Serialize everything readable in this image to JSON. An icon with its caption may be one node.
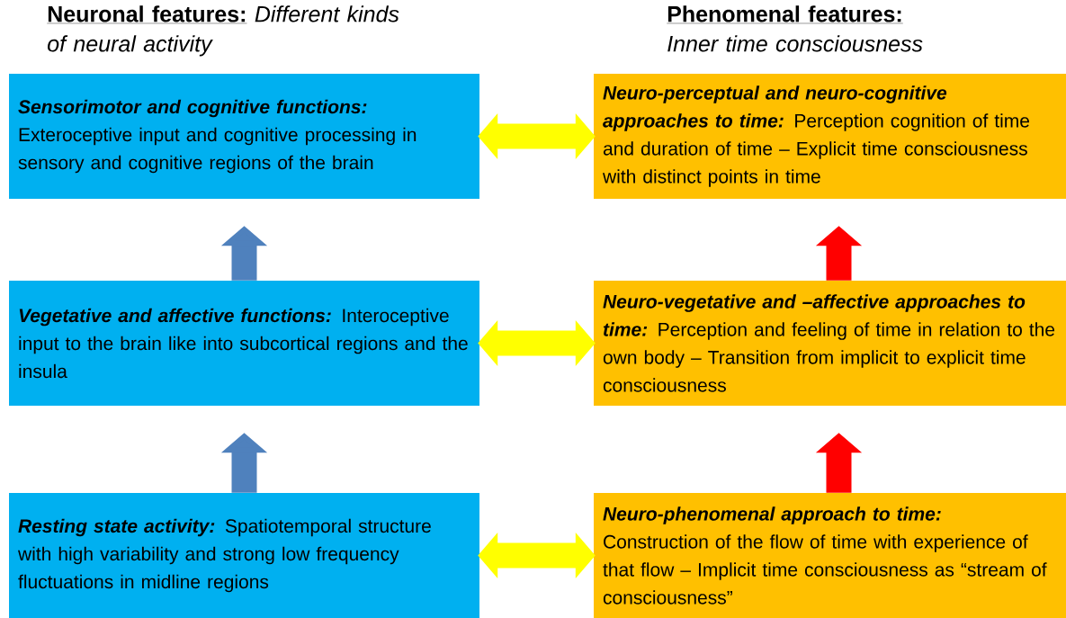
{
  "diagram": {
    "nodes": [
      {
        "text": [
          "Sensorimotor and cognitive functions:",
          "Exteroceptive input and cognitive processing in sensory and cognitive regions of the brain"
        ]
      },
      {
        "text": [
          "Vegetative and affective functions:",
          "Interoceptive input to the brain like into subcortical regions and the insula"
        ]
      },
      {
        "text": [
          "Resting state activity:",
          "Spatiotemporal structure with high variability and strong low frequency fluctuations  in midline regions"
        ]
      },
      {
        "text": [
          "Neuro-perceptual and neuro-cognitive approaches to time:",
          "Perception cognition of time and duration of time – Explicit time consciousness with distinct points in time"
        ]
      },
      {
        "text": [
          "Neuro-vegetative and –affective approaches to time:",
          "Perception and feeling of time in relation to the own body – Transition from implicit to explicit time consciousness"
        ]
      },
      {
        "text": [
          "Neuro-phenomenal approach to time:",
          "Construction of the flow of time with experience of that flow – Implicit time consciousness as “stream of consciousness”"
        ]
      }
    ],
    "edges": [
      {
        "from": 2,
        "to": 1,
        "arrow": "to",
        "color": "#4f81bd"
      },
      {
        "from": 1,
        "to": 0,
        "arrow": "to",
        "color": "#4f81bd"
      },
      {
        "from": 5,
        "to": 4,
        "arrow": "to",
        "color": "#ff0000"
      },
      {
        "from": 4,
        "to": 3,
        "arrow": "to",
        "color": "#ff0000"
      },
      {
        "from": 0,
        "to": 3,
        "arrow": "both"
      },
      {
        "from": 1,
        "to": 4,
        "arrow": "both"
      },
      {
        "from": 2,
        "to": 5,
        "arrow": "both"
      }
    ],
    "labels": [
      "Neuronal features:",
      "Different kinds of neural activity",
      "Phenomenal features:",
      "Inner time consciousness"
    ]
  }
}
